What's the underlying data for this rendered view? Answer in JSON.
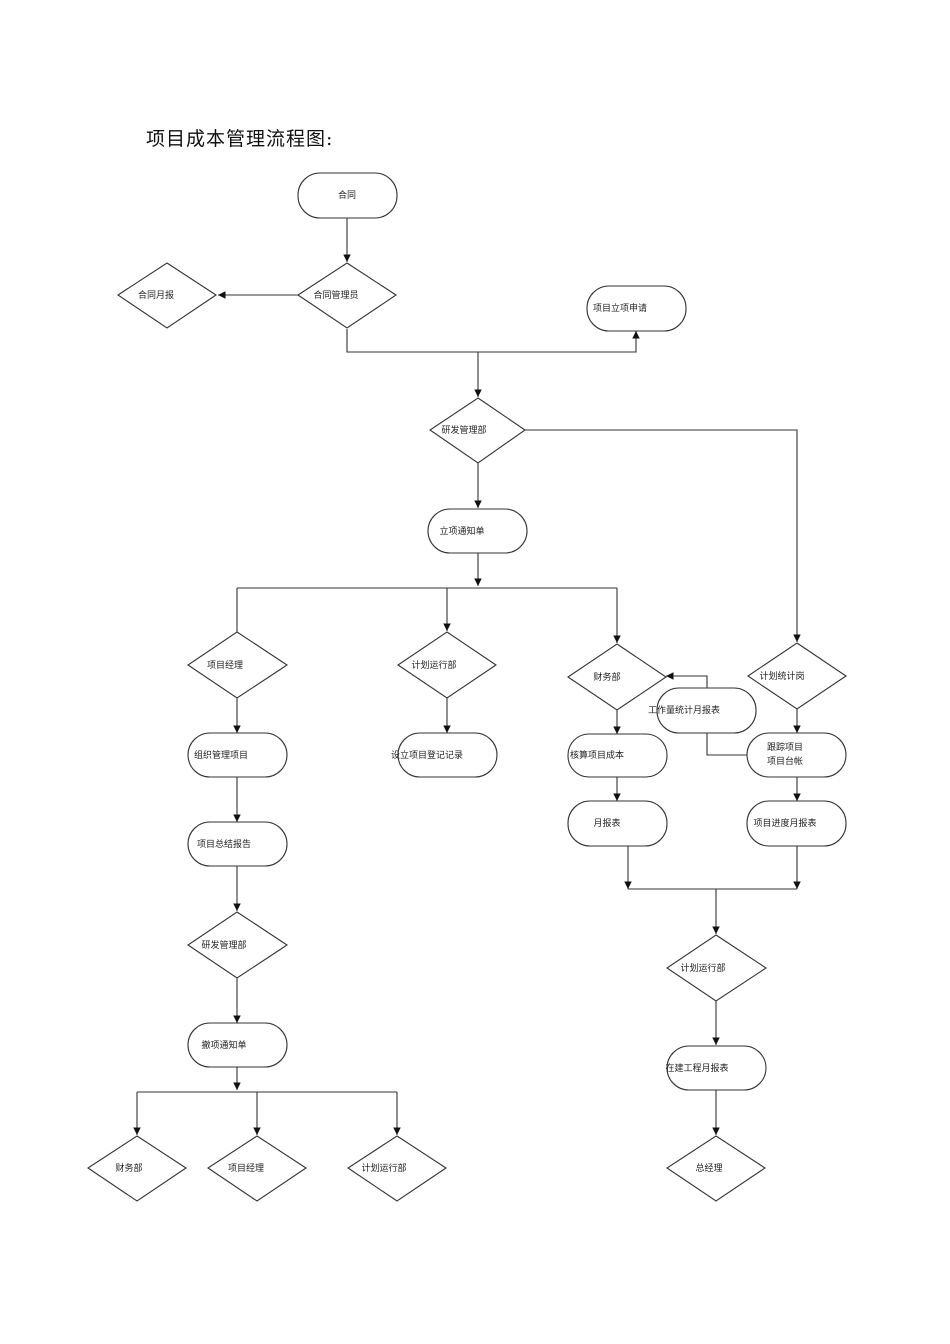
{
  "title": "项目成本管理流程图:",
  "nodes": {
    "contract": "合同",
    "contract_ledger": "合同月报",
    "contract_admin": "合同管理员",
    "project_application": "项目立项申请",
    "rd_dept_1": "研发管理部",
    "approval_notice": "立项通知单",
    "project_manager_1": "项目经理",
    "plan_ops_1": "计划运行部",
    "finance_1": "财务部",
    "plan_stats": "计划统计岗",
    "workload_report": "工作量统计月报表",
    "org_manage": "组织管理项目",
    "setup_register": "设立项目登记记录",
    "calc_cost": "核算项目成本",
    "track_ledger_l1": "跟踪项目",
    "track_ledger_l2": "项目台帐",
    "monthly_report": "月报表",
    "progress_report": "项目进度月报表",
    "summary_report": "项目总结报告",
    "rd_dept_2": "研发管理部",
    "plan_ops_2": "计划运行部",
    "close_notice": "撤项通知单",
    "construction_report": "在建工程月报表",
    "finance_2": "财务部",
    "project_manager_2": "项目经理",
    "plan_ops_3": "计划运行部",
    "gm": "总经理"
  }
}
